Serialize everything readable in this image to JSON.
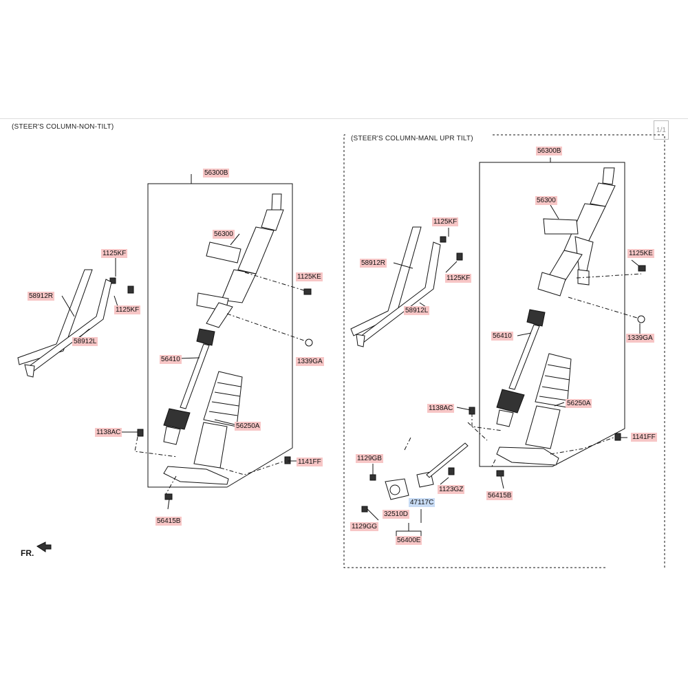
{
  "page": {
    "indicator": "1/1"
  },
  "left_section": {
    "title": "(STEER'S COLUMN-NON-TILT)",
    "labels": {
      "assembly": "56300B",
      "column": "56300",
      "bolt_top_left": "1125KF",
      "bolt_lower_left": "1125KF",
      "bracket_r": "58912R",
      "bracket_l": "58912L",
      "bolt_ke": "1125KE",
      "nut": "1339GA",
      "joint": "56410",
      "boot": "56250A",
      "bolt_ac": "1138AC",
      "bolt_ff": "1141FF",
      "bolt_b": "56415B"
    }
  },
  "right_section": {
    "title": "(STEER'S COLUMN-MANL UPR TILT)",
    "labels": {
      "assembly": "56300B",
      "column": "56300",
      "bolt_top": "1125KF",
      "bolt_mid": "1125KF",
      "bracket_r": "58912R",
      "bracket_l": "58912L",
      "bolt_ke": "1125KE",
      "nut": "1339GA",
      "joint": "56410",
      "boot": "56250A",
      "bolt_ac": "1138AC",
      "bolt_ff": "1141FF",
      "bolt_b": "56415B",
      "bolt_gb": "1129GB",
      "bolt_gz": "1123GZ",
      "sensor": "47117C",
      "bracket_d": "32510D",
      "bolt_gg": "1129GG",
      "assembly_e": "56400E"
    }
  },
  "direction_marker": "FR.",
  "colors": {
    "callout": "#f7c6c6",
    "callout_highlight": "#c8dcf5",
    "lines": "#111111"
  }
}
